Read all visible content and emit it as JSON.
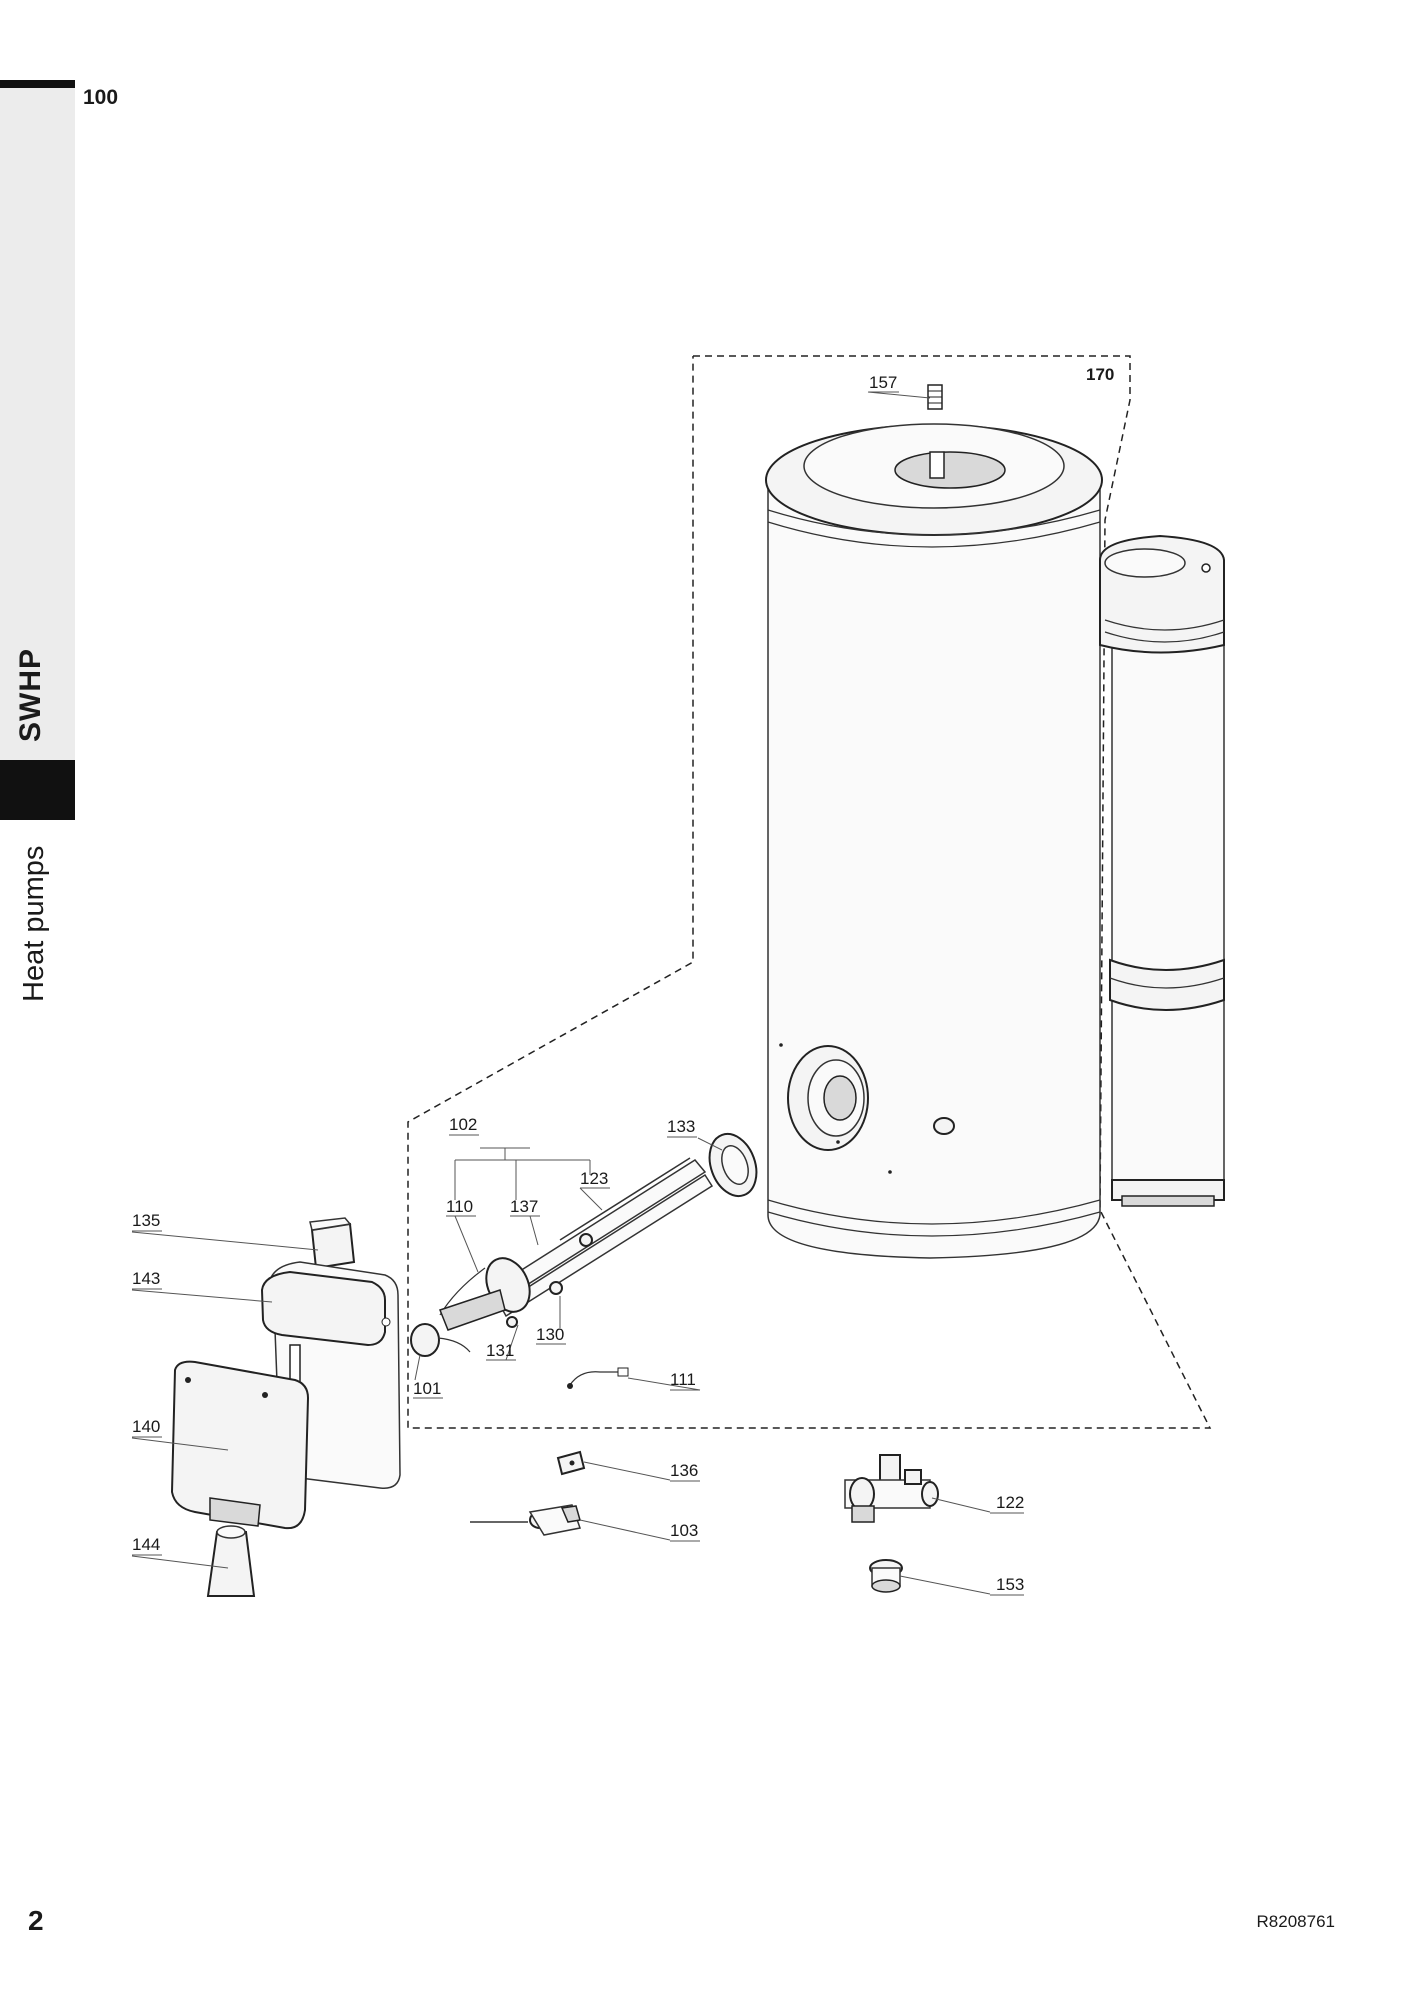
{
  "page": {
    "section_tab": "SWHP",
    "category": "Heat pumps",
    "page_ref": "100",
    "page_number": "2",
    "doc_ref": "R8208761"
  },
  "callouts": {
    "c170": "170",
    "c157": "157",
    "c133": "133",
    "c102": "102",
    "c123": "123",
    "c110": "110",
    "c137": "137",
    "c135": "135",
    "c143": "143",
    "c131": "131",
    "c130": "130",
    "c101": "101",
    "c111": "111",
    "c140": "140",
    "c136": "136",
    "c103": "103",
    "c122": "122",
    "c144": "144",
    "c153": "153"
  }
}
